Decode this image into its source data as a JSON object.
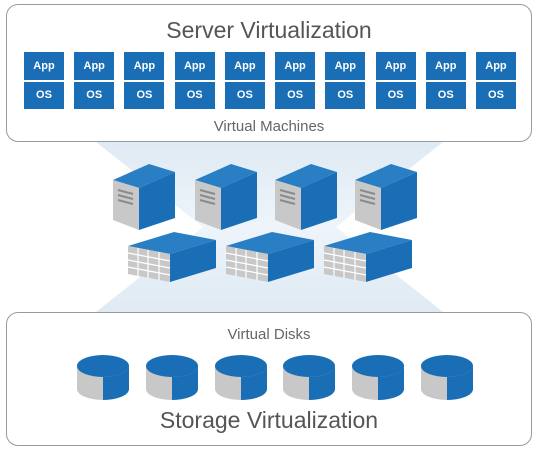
{
  "server": {
    "title": "Server Virtualization",
    "subtitle": "Virtual Machines",
    "vms": [
      {
        "app": "App",
        "os": "OS"
      },
      {
        "app": "App",
        "os": "OS"
      },
      {
        "app": "App",
        "os": "OS"
      },
      {
        "app": "App",
        "os": "OS"
      },
      {
        "app": "App",
        "os": "OS"
      },
      {
        "app": "App",
        "os": "OS"
      },
      {
        "app": "App",
        "os": "OS"
      },
      {
        "app": "App",
        "os": "OS"
      },
      {
        "app": "App",
        "os": "OS"
      },
      {
        "app": "App",
        "os": "OS"
      }
    ]
  },
  "storage": {
    "title": "Storage Virtualization",
    "subtitle": "Virtual Disks",
    "disk_count": 6
  },
  "hardware": {
    "tower_servers": 4,
    "storage_arrays": 3
  },
  "colors": {
    "accent": "#1a6eb6",
    "panel_border": "#9a9a9a",
    "hardware_gray": "#c8c8c8",
    "beam": "#e3eef6"
  }
}
